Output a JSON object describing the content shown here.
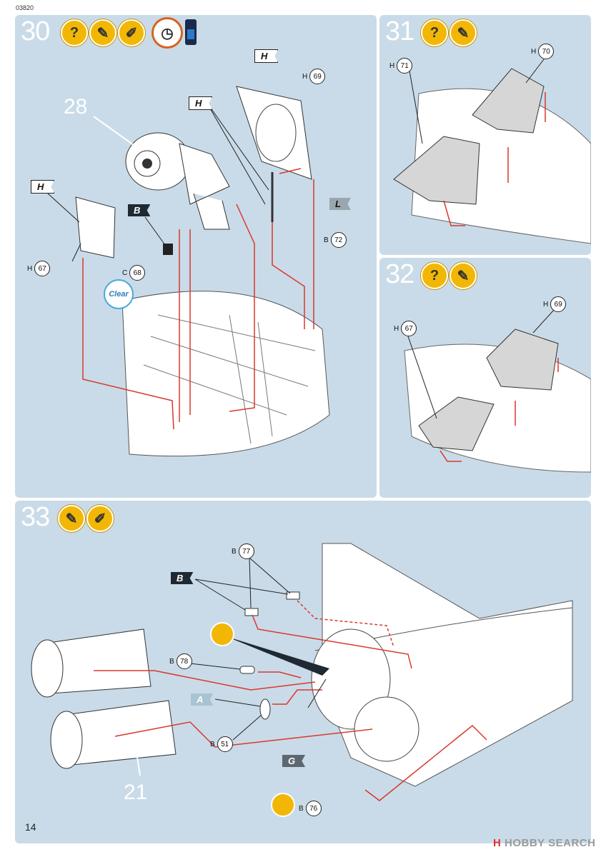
{
  "doc_code": "03820",
  "page_number": "14",
  "watermark": {
    "prefix": "H",
    "text": "HOBBY SEARCH"
  },
  "steps": {
    "s30": {
      "number": "30",
      "label_28": "28",
      "clear": "Clear",
      "flags": {
        "h1": "H",
        "h2": "H",
        "h3": "H",
        "b": "B",
        "l": "L"
      },
      "callouts": {
        "h69": {
          "letter": "H",
          "num": "69"
        },
        "b72": {
          "letter": "B",
          "num": "72"
        },
        "h67": {
          "letter": "H",
          "num": "67"
        },
        "c68": {
          "letter": "C",
          "num": "68"
        }
      }
    },
    "s31": {
      "number": "31",
      "callouts": {
        "h71": {
          "letter": "H",
          "num": "71"
        },
        "h70": {
          "letter": "H",
          "num": "70"
        }
      }
    },
    "s32": {
      "number": "32",
      "callouts": {
        "h69": {
          "letter": "H",
          "num": "69"
        },
        "h67": {
          "letter": "H",
          "num": "67"
        }
      }
    },
    "s33": {
      "number": "33",
      "label_21": "21",
      "flags": {
        "b": "B",
        "a": "A",
        "g": "G"
      },
      "callouts": {
        "b77": {
          "letter": "B",
          "num": "77"
        },
        "b78": {
          "letter": "B",
          "num": "78"
        },
        "b51": {
          "letter": "B",
          "num": "51"
        },
        "b76": {
          "letter": "B",
          "num": "76"
        }
      }
    }
  },
  "colors": {
    "panel": "#c9dbe8",
    "icon": "#f2b705",
    "arrow": "#d9382b"
  }
}
